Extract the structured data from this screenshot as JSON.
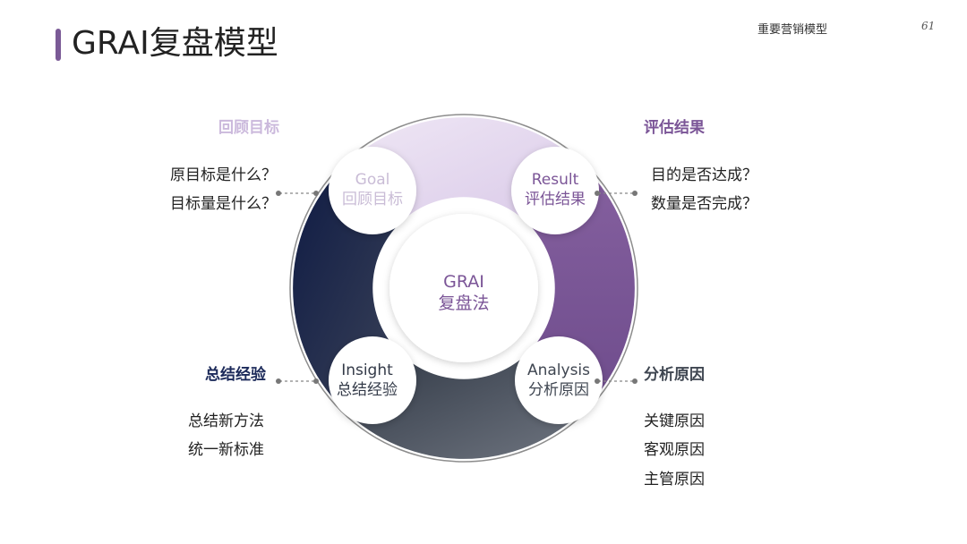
{
  "header": {
    "title": "GRAI复盘模型",
    "section_label": "重要营销模型",
    "page_number": "61"
  },
  "center": {
    "line1": "GRAI",
    "line2": "复盘法"
  },
  "segments": {
    "goal": {
      "en": "Goal",
      "cn": "回顾目标",
      "color": "#e6dcef"
    },
    "result": {
      "en": "Result",
      "cn": "评估结果",
      "color": "#7b5597"
    },
    "analysis": {
      "en": "Analysis",
      "cn": "分析原因",
      "color": "#3f4651"
    },
    "insight": {
      "en": "Insight",
      "cn": "总结经验",
      "color": "#14204a"
    }
  },
  "sides": {
    "goal": {
      "title": "回顾目标",
      "title_color": "#cbb9dc",
      "items": [
        "原目标是什么？",
        "目标量是什么？"
      ]
    },
    "result": {
      "title": "评估结果",
      "title_color": "#7b5597",
      "items": [
        "目的是否达成？",
        "数量是否完成？"
      ]
    },
    "insight": {
      "title": "总结经验",
      "title_color": "#1c2a5a",
      "items": [
        "总结新方法",
        "统一新标准"
      ]
    },
    "analysis": {
      "title": "分析原因",
      "title_color": "#3f4651",
      "items": [
        "关键原因",
        "客观原因",
        "主管原因"
      ]
    }
  }
}
